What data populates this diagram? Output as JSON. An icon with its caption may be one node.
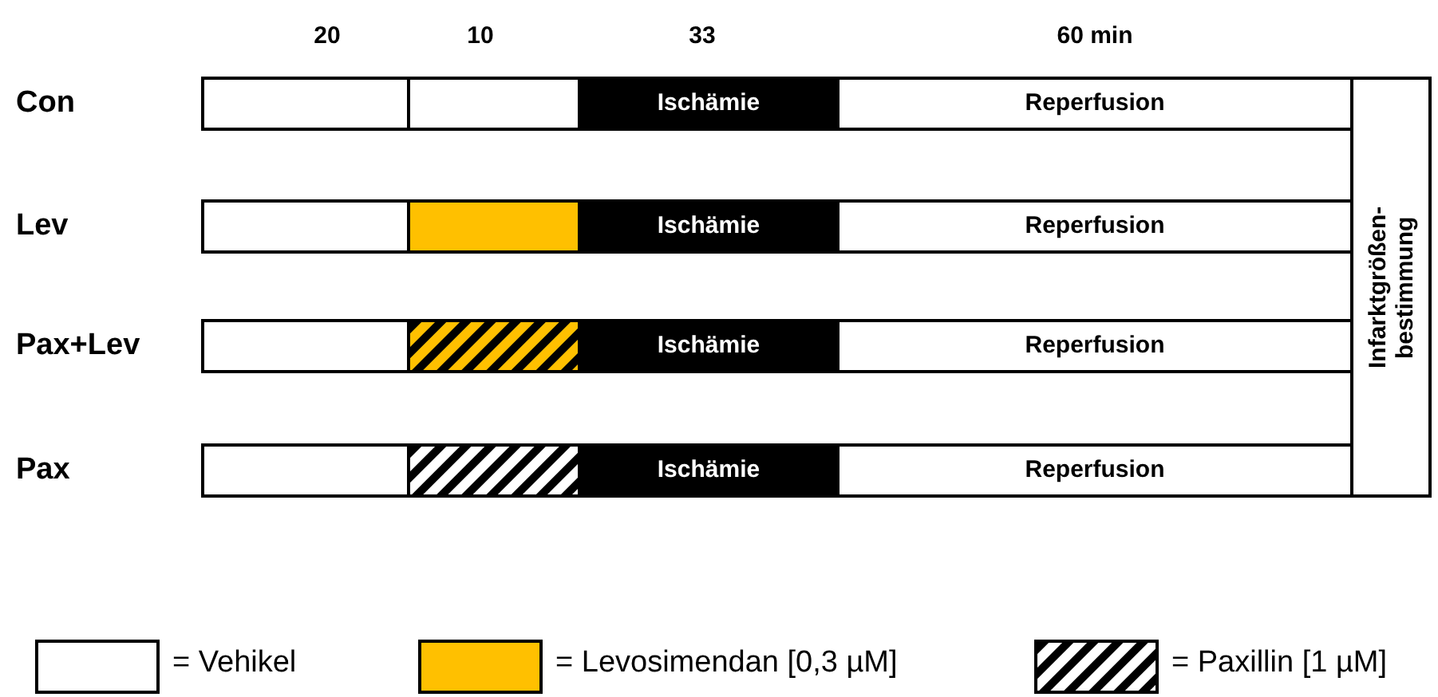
{
  "diagram": {
    "nodes": [
      {
        "text": [],
        "shape": "box"
      },
      {
        "text": [],
        "shape": "box"
      },
      {
        "text": [
          "Ischämie"
        ]
      },
      {
        "text": [
          "Reperfusion"
        ]
      },
      {
        "text": [],
        "shape": "box"
      },
      {
        "text": [],
        "shape": "box"
      },
      {
        "text": [
          "Ischämie"
        ]
      },
      {
        "text": [
          "Reperfusion"
        ]
      },
      {
        "text": [],
        "shape": "box"
      },
      {
        "text": [],
        "shape": "box"
      },
      {
        "text": [
          "Ischämie"
        ]
      },
      {
        "text": [
          "Reperfusion"
        ]
      },
      {
        "text": [],
        "shape": "box"
      },
      {
        "text": [],
        "shape": "box"
      },
      {
        "text": [
          "Ischämie"
        ]
      },
      {
        "text": [
          "Reperfusion"
        ]
      },
      {
        "text": [
          "Infarktgrößen- bestimmung"
        ]
      }
    ],
    "edges": [],
    "labels": [
      "20",
      "10",
      "33",
      "60 min",
      "Con",
      "Lev",
      "Pax+Lev",
      "Pax"
    ],
    "legend": [
      {
        "text": "= Vehikel",
        "color": "#ffffff"
      },
      {
        "text": "= Levosimendan [0,3 µM]",
        "color": "#ffc000"
      },
      {
        "text": "= Paxillin [1 µM]"
      }
    ]
  }
}
